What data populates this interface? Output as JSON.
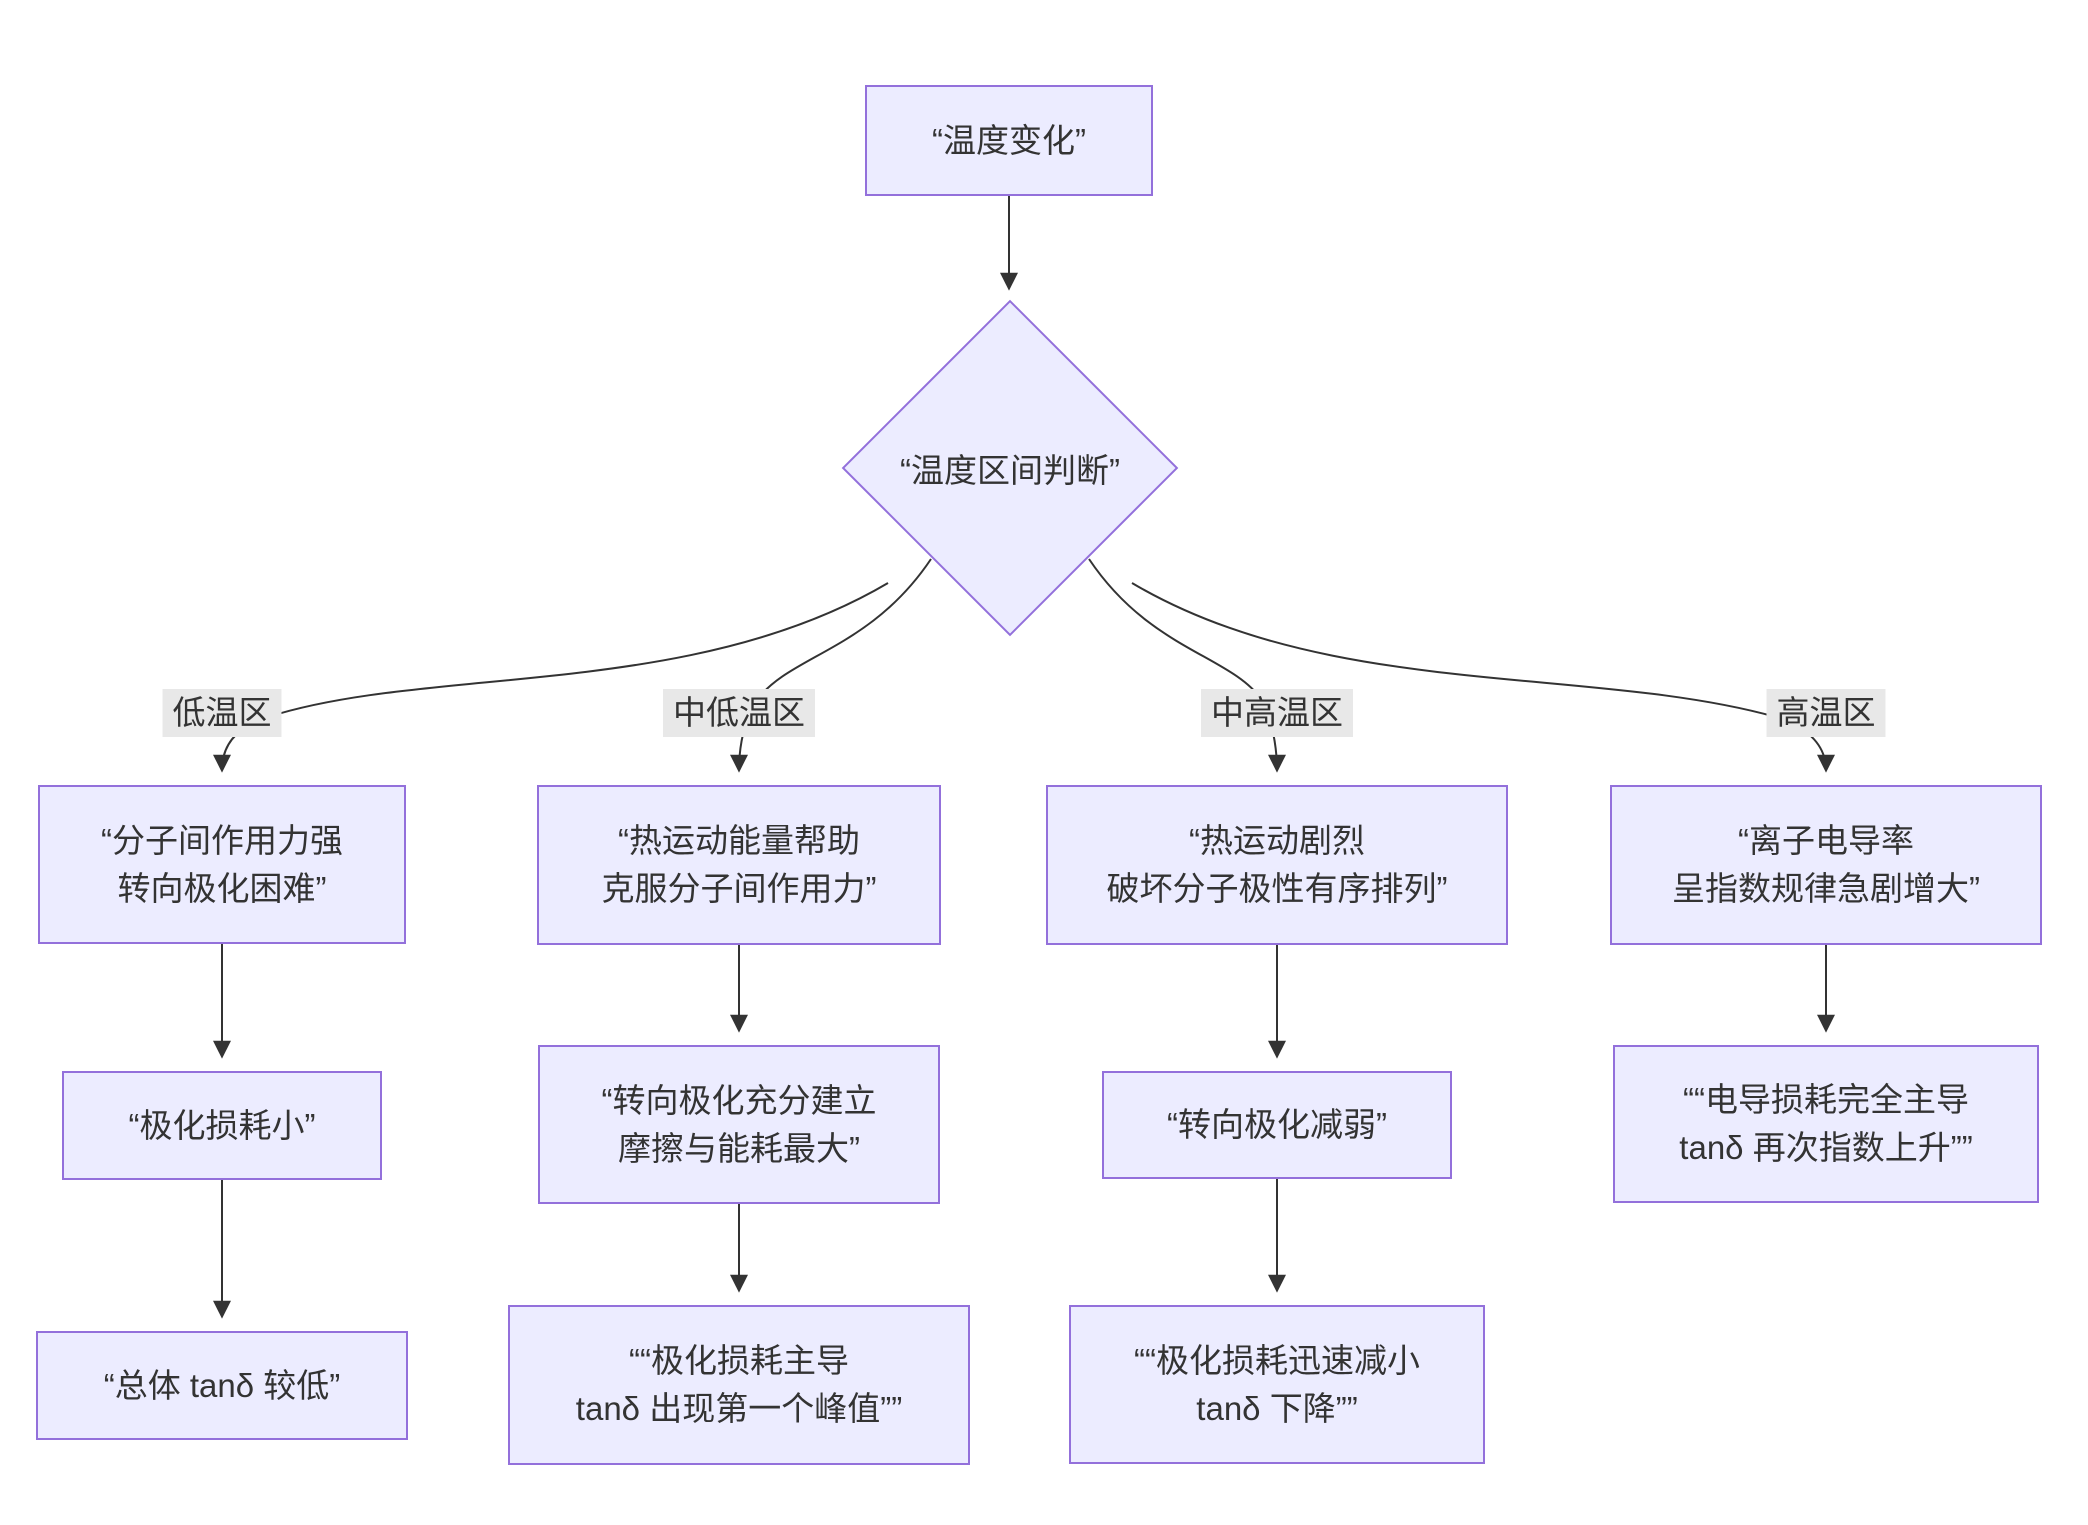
{
  "diagram": {
    "root": {
      "label": "“温度变化”"
    },
    "decision": {
      "label": "“温度区间判断”"
    },
    "branches": [
      {
        "edge_label": "低温区",
        "boxes": [
          {
            "lines": [
              "“分子间作用力强",
              "转向极化困难”"
            ]
          },
          {
            "lines": [
              "“极化损耗小”"
            ]
          },
          {
            "lines": [
              "“总体 tanδ 较低”"
            ]
          }
        ]
      },
      {
        "edge_label": "中低温区",
        "boxes": [
          {
            "lines": [
              "“热运动能量帮助",
              "克服分子间作用力”"
            ]
          },
          {
            "lines": [
              "“转向极化充分建立",
              "摩擦与能耗最大”"
            ]
          },
          {
            "lines": [
              "““极化损耗主导",
              "tanδ 出现第一个峰值””"
            ]
          }
        ]
      },
      {
        "edge_label": "中高温区",
        "boxes": [
          {
            "lines": [
              "“热运动剧烈",
              "破坏分子极性有序排列”"
            ]
          },
          {
            "lines": [
              "“转向极化减弱”"
            ]
          },
          {
            "lines": [
              "““极化损耗迅速减小",
              "tanδ 下降””"
            ]
          }
        ]
      },
      {
        "edge_label": "高温区",
        "boxes": [
          {
            "lines": [
              "“离子电导率",
              "呈指数规律急剧增大”"
            ]
          },
          {
            "lines": [
              "““电导损耗完全主导",
              "tanδ 再次指数上升””"
            ]
          }
        ]
      }
    ],
    "colors": {
      "node_fill": "#ECECFF",
      "node_border": "#9370DB",
      "edge_stroke": "#333333",
      "text": "#333333",
      "edge_label_bg": "#e8e8e8"
    }
  }
}
